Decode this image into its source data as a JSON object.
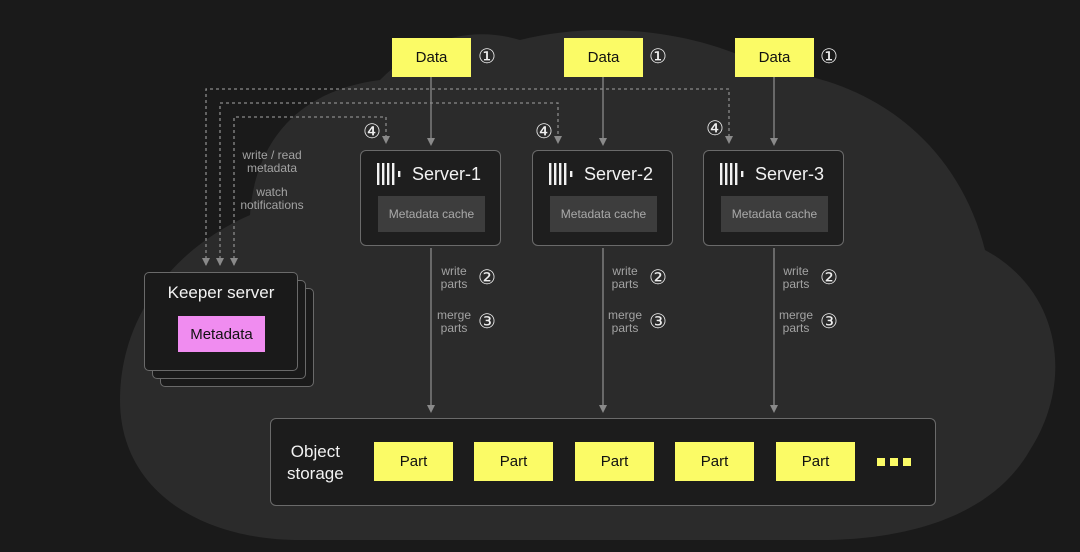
{
  "data_label": "Data",
  "step_circled": {
    "one": "①",
    "two": "②",
    "three": "③",
    "four": "④"
  },
  "servers": [
    {
      "name": "Server-1",
      "cache": "Metadata cache"
    },
    {
      "name": "Server-2",
      "cache": "Metadata cache"
    },
    {
      "name": "Server-3",
      "cache": "Metadata cache"
    }
  ],
  "write_parts": [
    "write",
    "parts"
  ],
  "merge_parts": [
    "merge",
    "parts"
  ],
  "keeper": {
    "title": "Keeper server",
    "metadata": "Metadata",
    "write_read": [
      "write / read",
      "metadata"
    ],
    "watch": [
      "watch",
      "notifications"
    ]
  },
  "storage": {
    "title": [
      "Object",
      "storage"
    ],
    "part_label": "Part",
    "parts": [
      "Part",
      "Part",
      "Part",
      "Part",
      "Part"
    ]
  },
  "colors": {
    "background": "#1a1a1a",
    "cloud": "#2b2b2b",
    "data_yellow": "#fbfb66",
    "metadata_pink": "#f08cf0",
    "border": "#6a6a6a",
    "arrow": "#8a8a8a"
  },
  "icons": {
    "server_logo": "clickhouse-bars-icon"
  }
}
